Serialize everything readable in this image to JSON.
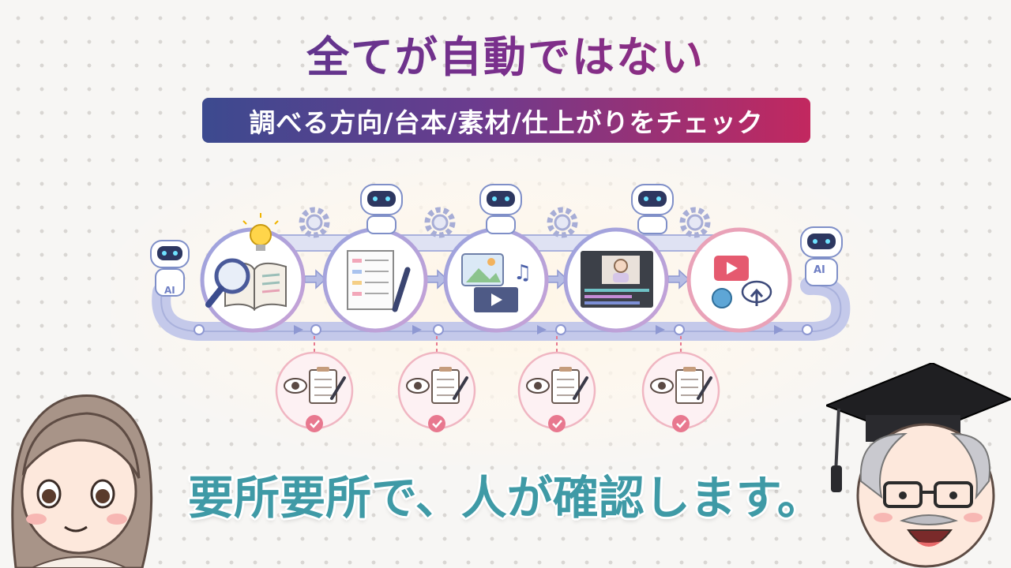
{
  "title": "全てが自動ではない",
  "subtitle": "調べる方向/台本/素材/仕上がりをチェック",
  "caption": "要所要所で、人が確認します。",
  "robot_badges": [
    "AI",
    "AI"
  ],
  "colors": {
    "title_gradient": [
      "#3d3f8f",
      "#7a2f8c",
      "#b42a6e"
    ],
    "pill_gradient": [
      "#3c4a8f",
      "#6b3b8e",
      "#c2285f"
    ],
    "caption": "#3f9aa6",
    "conveyor": "#a9b1dc",
    "check_pink": "#e8788f"
  },
  "steps": [
    {
      "icon": "book-search-icon"
    },
    {
      "icon": "script-document-icon"
    },
    {
      "icon": "media-assets-icon"
    },
    {
      "icon": "video-editor-icon"
    },
    {
      "icon": "publish-upload-icon"
    }
  ],
  "checkpoints": [
    {
      "icon": "eye-checklist-icon"
    },
    {
      "icon": "eye-checklist-icon"
    },
    {
      "icon": "eye-checklist-icon"
    },
    {
      "icon": "eye-checklist-icon"
    }
  ]
}
